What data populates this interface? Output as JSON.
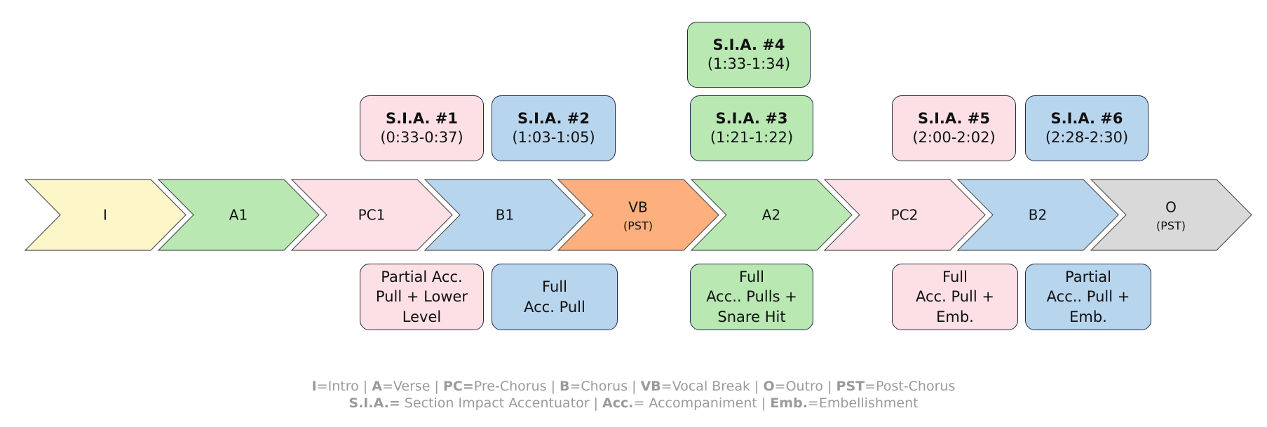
{
  "chevrons": [
    {
      "label": "I",
      "sub": "",
      "color": "#fdf6c8"
    },
    {
      "label": "A1",
      "sub": "",
      "color": "#b9e8b3"
    },
    {
      "label": "PC1",
      "sub": "",
      "color": "#fde0e6"
    },
    {
      "label": "B1",
      "sub": "",
      "color": "#b8d5ee"
    },
    {
      "label": "VB",
      "sub": "(PST)",
      "color": "#fdb07e"
    },
    {
      "label": "A2",
      "sub": "",
      "color": "#b9e8b3"
    },
    {
      "label": "PC2",
      "sub": "",
      "color": "#fde0e6"
    },
    {
      "label": "B2",
      "sub": "",
      "color": "#b8d5ee"
    },
    {
      "label": "O",
      "sub": "(PST)",
      "color": "#d9d9d9"
    }
  ],
  "sia": [
    {
      "title": "S.I.A. #1",
      "time": "(0:33-0:37)"
    },
    {
      "title": "S.I.A. #2",
      "time": "(1:03-1:05)"
    },
    {
      "title": "S.I.A. #3",
      "time": "(1:21-1:22)"
    },
    {
      "title": "S.I.A. #4",
      "time": "(1:33-1:34)"
    },
    {
      "title": "S.I.A. #5",
      "time": "(2:00-2:02)"
    },
    {
      "title": "S.I.A. #6",
      "time": "(2:28-2:30)"
    }
  ],
  "notes": [
    "Partial Acc.\nPull + Lower\nLevel",
    "Full\nAcc. Pull",
    "Full\nAcc.. Pulls +\nSnare Hit",
    "Full\nAcc. Pull +\nEmb.",
    "Partial\nAcc.. Pull +\nEmb."
  ],
  "legend": {
    "line1": [
      {
        "k": "I",
        "v": "=Intro | "
      },
      {
        "k": "A",
        "v": "=Verse | "
      },
      {
        "k": "PC=",
        "v": "Pre-Chorus | "
      },
      {
        "k": "B",
        "v": "=Chorus | "
      },
      {
        "k": "VB",
        "v": "=Vocal Break | "
      },
      {
        "k": "O",
        "v": "=Outro | "
      },
      {
        "k": "PST",
        "v": "=Post-Chorus"
      }
    ],
    "line2": [
      {
        "k": "S.I.A.=",
        "v": " Section Impact Accentuator | "
      },
      {
        "k": "Acc.",
        "v": "= Accompaniment | "
      },
      {
        "k": "Emb.",
        "v": "=Embellishment"
      }
    ]
  }
}
